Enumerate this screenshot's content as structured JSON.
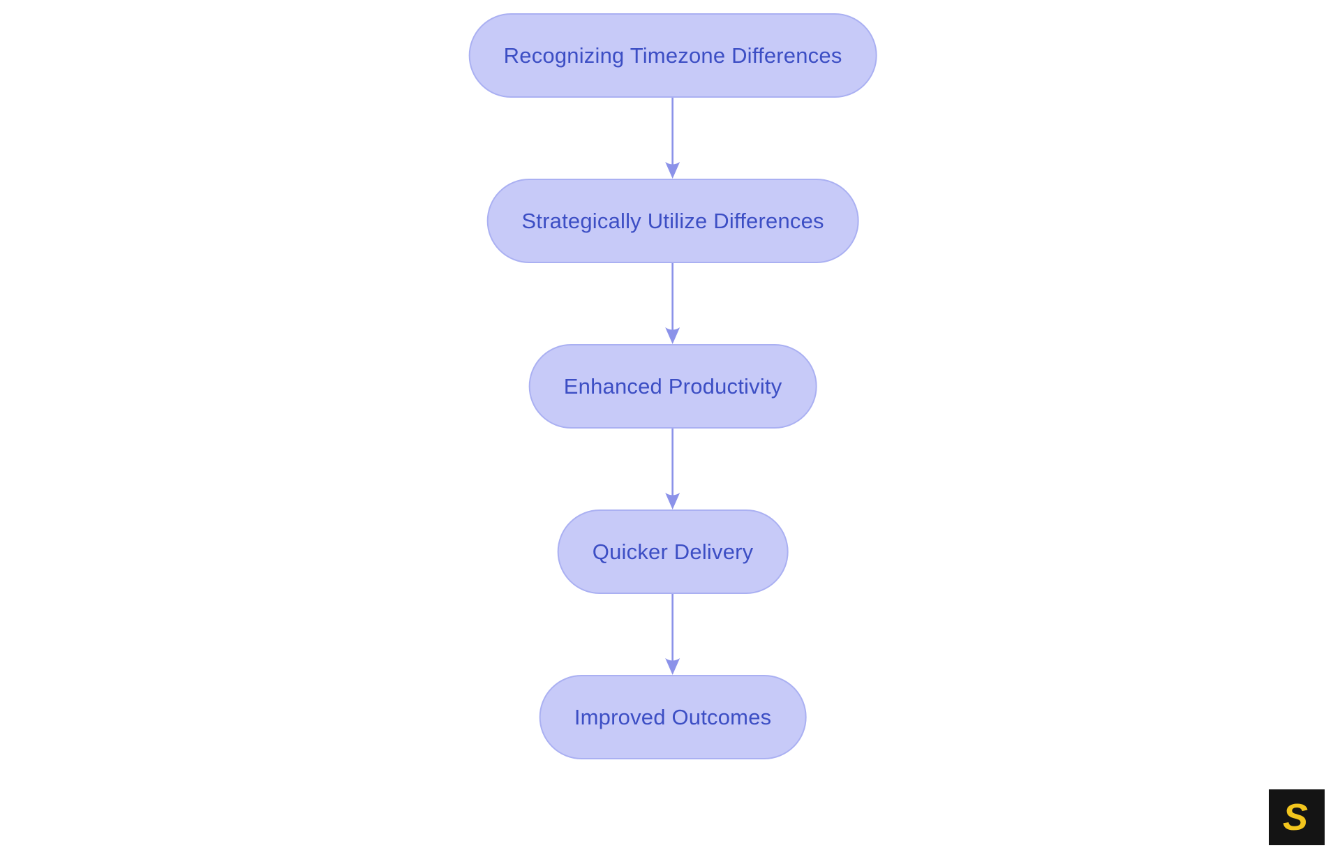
{
  "diagram": {
    "nodes": [
      {
        "label": "Recognizing Timezone Differences"
      },
      {
        "label": "Strategically Utilize Differences"
      },
      {
        "label": "Enhanced Productivity"
      },
      {
        "label": "Quicker Delivery"
      },
      {
        "label": "Improved Outcomes"
      }
    ],
    "colors": {
      "node_fill": "#c7caf8",
      "node_border": "#aab0f2",
      "node_text": "#3c4ec4",
      "arrow": "#8b92e9"
    }
  },
  "branding": {
    "logo_letter": "S",
    "logo_bg": "#141414",
    "logo_color": "#f2c51d"
  }
}
